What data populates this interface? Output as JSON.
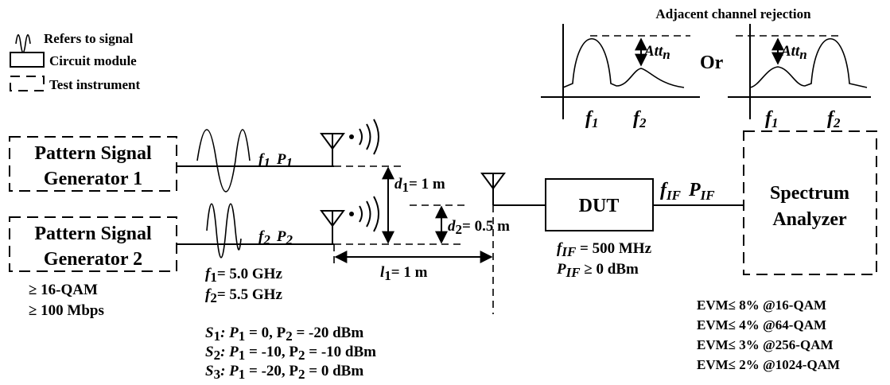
{
  "legend": {
    "signal_label": "Refers to signal",
    "module_label": "Circuit module",
    "instrument_label": "Test instrument"
  },
  "generators": {
    "gen1_line1": "Pattern Signal",
    "gen1_line2": "Generator 1",
    "gen2_line1": "Pattern Signal",
    "gen2_line2": "Generator 2",
    "modulation": "≥ 16-QAM",
    "rate": "≥ 100 Mbps"
  },
  "signals": {
    "f1": "f",
    "f1_sub": "1",
    "p1": "P",
    "p1_sub": "1",
    "f2": "f",
    "f2_sub": "2",
    "p2": "P",
    "p2_sub": "2"
  },
  "frequencies": {
    "f1_eq": "= 5.0 GHz",
    "f2_eq": "= 5.5 GHz"
  },
  "distances": {
    "d1_eq": "= 1 m",
    "d2_eq": "= 0.5 m",
    "l1_eq": "= 1 m"
  },
  "scenarios": [
    {
      "id": "S",
      "sub": "1",
      "text1": ": P",
      "sub1": "1",
      "text2": " = 0, P",
      "sub2": "2",
      "text3": " = -20 dBm"
    },
    {
      "id": "S",
      "sub": "2",
      "text1": ": P",
      "sub1": "1",
      "text2": " = -10, P",
      "sub2": "2",
      "text3": " = -10 dBm"
    },
    {
      "id": "S",
      "sub": "3",
      "text1": ": P",
      "sub1": "1",
      "text2": " = -20, P",
      "sub2": "2",
      "text3": " = 0 dBm"
    }
  ],
  "dut": {
    "label": "DUT",
    "fif_eq": " =  500 MHz",
    "pif_eq": " ≥  0 dBm",
    "if_sub": "IF"
  },
  "analyzer": {
    "line1": "Spectrum",
    "line2": "Analyzer",
    "fif": "f",
    "pif": "P",
    "if_sub": "IF"
  },
  "rejection": {
    "title": "Adjacent channel rejection",
    "att": "Att",
    "att_sub": "n",
    "or": "Or",
    "f1": "f",
    "f1_sub": "1",
    "f2": "f",
    "f2_sub": "2"
  },
  "evm": [
    "EVM≤ 8% @16-QAM",
    "EVM≤ 4% @64-QAM",
    "EVM≤ 3% @256-QAM",
    "EVM≤ 2% @1024-QAM"
  ]
}
